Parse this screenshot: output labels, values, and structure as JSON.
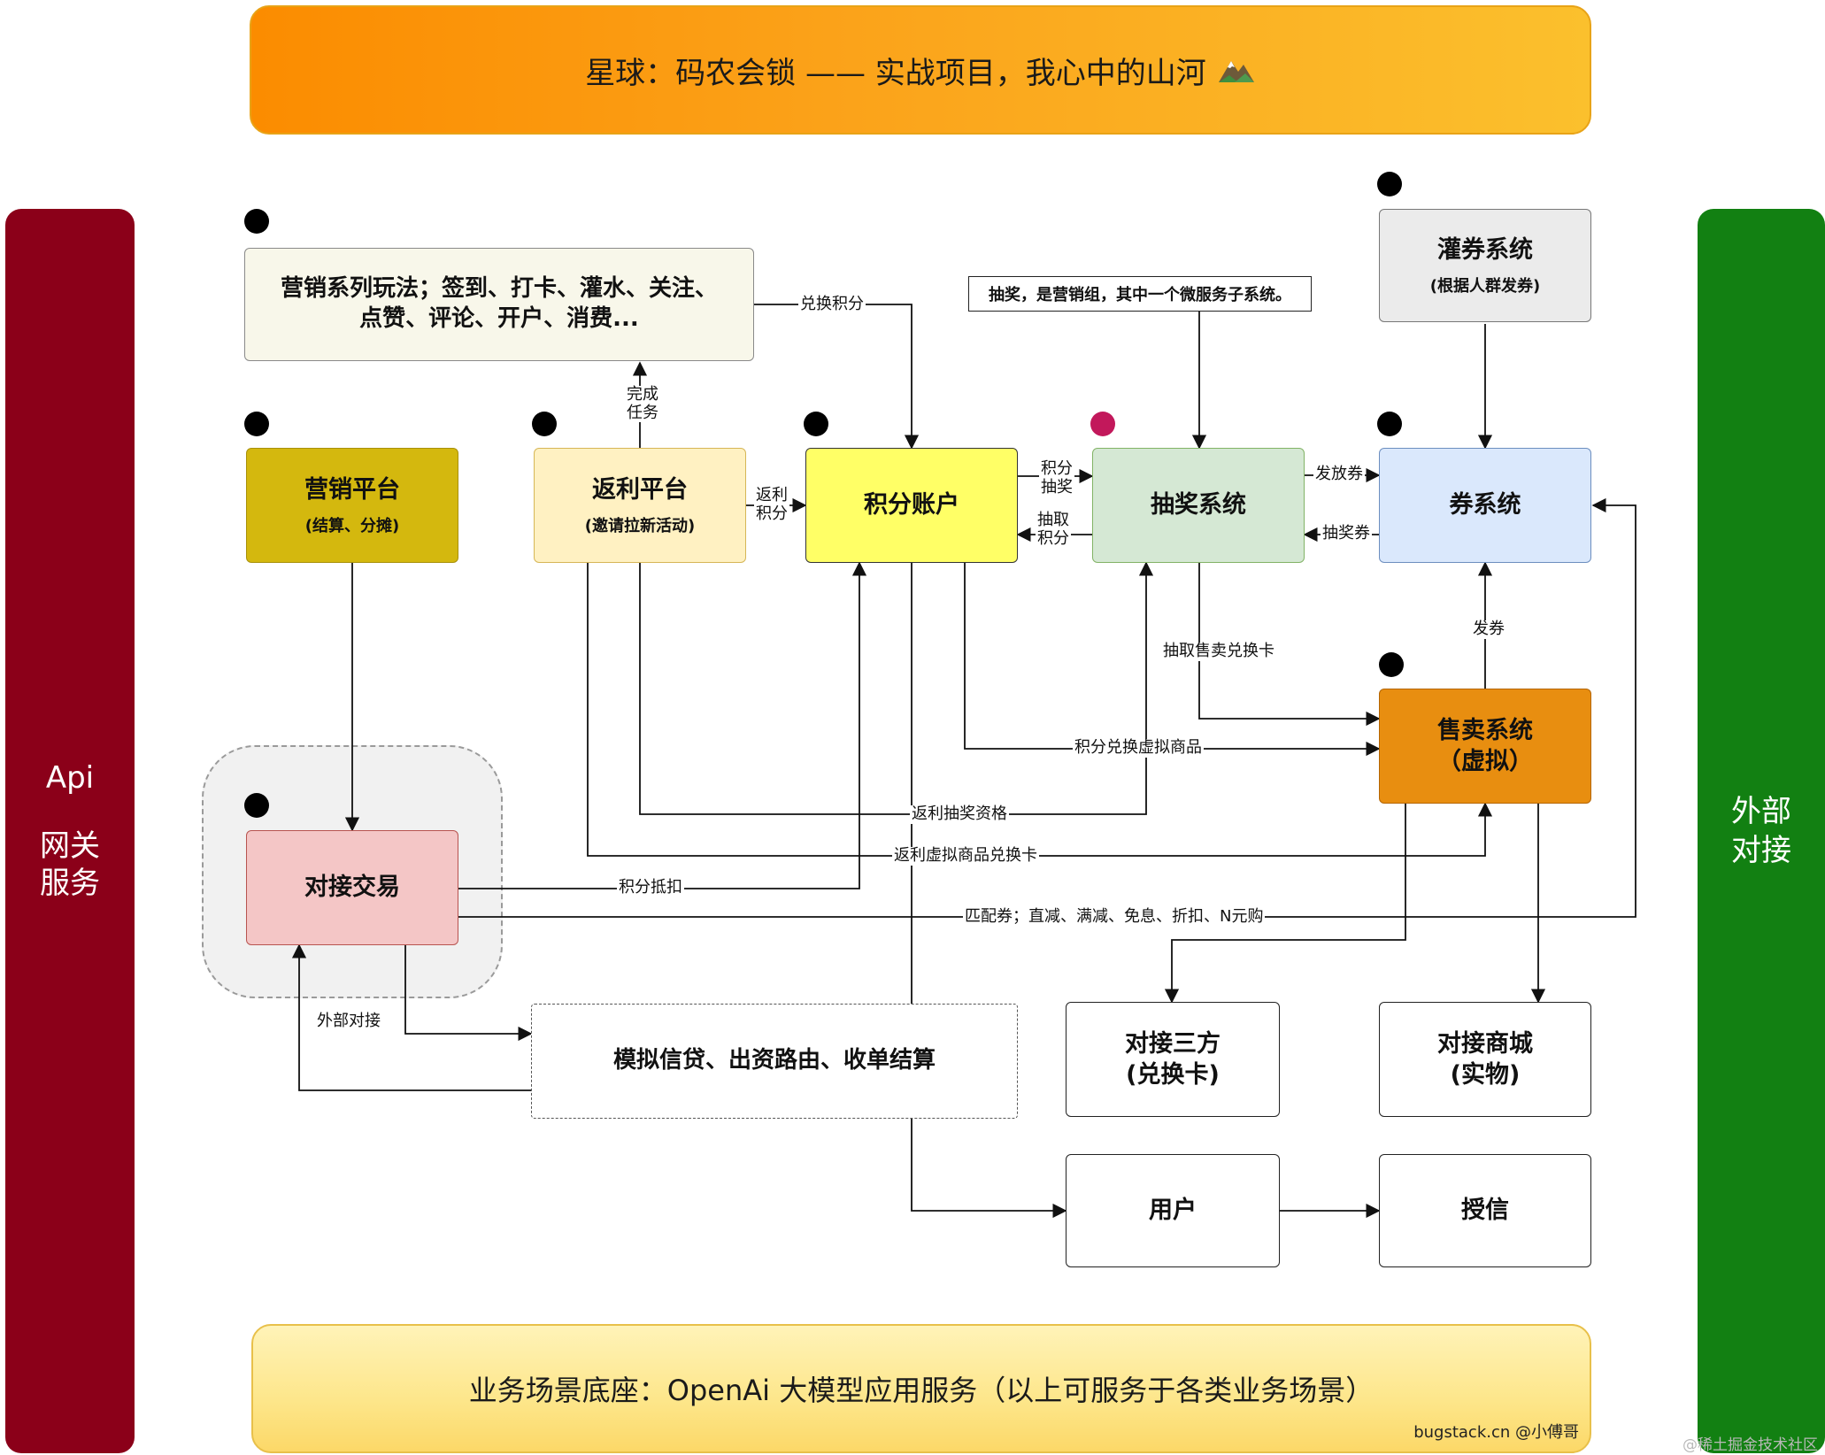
{
  "header": {
    "title": "星球：码农会锁 —— 实战项目，我心中的山河"
  },
  "footer": {
    "title": "业务场景底座：OpenAi 大模型应用服务（以上可服务于各类业务场景）",
    "credit": "bugstack.cn @小傅哥",
    "watermark": "@稀土掘金技术社区"
  },
  "sidebar_left": {
    "line1": "Api",
    "line2": "网关",
    "line3": "服务"
  },
  "sidebar_right": {
    "line1": "外部",
    "line2": "对接"
  },
  "nodes": {
    "marketing_plays": {
      "title_line1": "营销系列玩法；签到、打卡、灌水、关注、",
      "title_line2": "点赞、评论、开户、消费..."
    },
    "coupon_fill": {
      "title": "灌券系统",
      "subtitle": "(根据人群发券)"
    },
    "lottery_note": {
      "text": "抽奖，是营销组，其中一个微服务子系统。"
    },
    "marketing_platform": {
      "title": "营销平台",
      "subtitle": "(结算、分摊)"
    },
    "rebate_platform": {
      "title": "返利平台",
      "subtitle": "(邀请拉新活动)"
    },
    "points_account": {
      "title": "积分账户"
    },
    "lottery_system": {
      "title": "抽奖系统"
    },
    "coupon_system": {
      "title": "券系统"
    },
    "sales_system": {
      "title_line1": "售卖系统",
      "title_line2": "（虚拟）"
    },
    "trade_docking": {
      "title": "对接交易"
    },
    "credit_sim": {
      "title": "模拟信贷、出资路由、收单结算"
    },
    "third_party": {
      "title_line1": "对接三方",
      "title_line2": "(兑换卡)"
    },
    "mall": {
      "title_line1": "对接商城",
      "title_line2": "(实物)"
    },
    "user": {
      "title": "用户"
    },
    "credit_grant": {
      "title": "授信"
    }
  },
  "edges": {
    "exchange_points": "兑换积分",
    "complete_task_1": "完成",
    "complete_task_2": "任务",
    "rebate_points_1": "返利",
    "rebate_points_2": "积分",
    "points_lottery_1": "积分",
    "points_lottery_2": "抽奖",
    "draw_points_1": "抽取",
    "draw_points_2": "积分",
    "issue_coupon": "发放券",
    "lottery_coupon": "抽奖券",
    "draw_sale_card": "抽取售卖兑换卡",
    "send_coupon": "发券",
    "points_virtual_goods": "积分兑换虚拟商品",
    "rebate_lottery_quota": "返利抽奖资格",
    "rebate_virtual_card": "返利虚拟商品兑换卡",
    "points_deduct": "积分抵扣",
    "match_coupon": "匹配券；直减、满减、免息、折扣、N元购",
    "external_docking": "外部对接"
  },
  "colors": {
    "banner_top": "#fba31a",
    "banner_bottom": "#fde68a",
    "sidebar_left": "#8b0019",
    "sidebar_right": "#128012",
    "marketing_platform": "#d4b80e",
    "rebate_platform": "#fff1c2",
    "points_account": "#ffff66",
    "lottery_system": "#d5e8d4",
    "coupon_system": "#dae8fc",
    "sales_system": "#e88e10",
    "trade_docking": "#f4c6c6",
    "coupon_fill": "#ebebeb",
    "marketing_plays": "#f8f7ea",
    "status_dot": "#000000",
    "lottery_dot": "#c2185b"
  }
}
